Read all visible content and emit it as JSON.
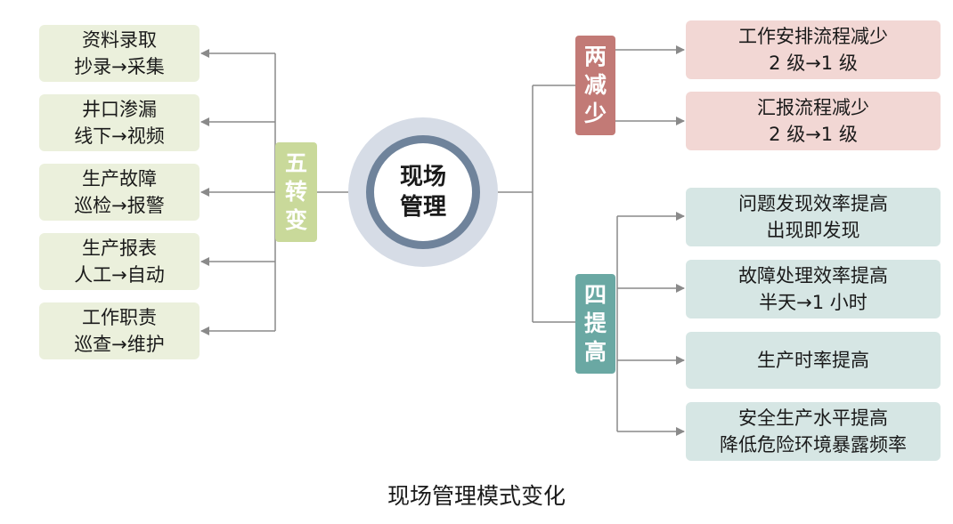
{
  "center": {
    "line1": "现场",
    "line2": "管理"
  },
  "left_group": {
    "tag": [
      "五",
      "转",
      "变"
    ],
    "items": [
      {
        "line1": "资料录取",
        "line2": "抄录→采集"
      },
      {
        "line1": "井口渗漏",
        "line2": "线下→视频"
      },
      {
        "line1": "生产故障",
        "line2": "巡检→报警"
      },
      {
        "line1": "生产报表",
        "line2": "人工→自动"
      },
      {
        "line1": "工作职责",
        "line2": "巡查→维护"
      }
    ]
  },
  "right_top_group": {
    "tag": [
      "两",
      "减",
      "少"
    ],
    "items": [
      {
        "line1": "工作安排流程减少",
        "line2": "2 级→1 级"
      },
      {
        "line1": "汇报流程减少",
        "line2": "2 级→1 级"
      }
    ]
  },
  "right_bottom_group": {
    "tag": [
      "四",
      "提",
      "高"
    ],
    "items": [
      {
        "line1": "问题发现效率提高",
        "line2": "出现即发现"
      },
      {
        "line1": "故障处理效率提高",
        "line2": "半天→1 小时"
      },
      {
        "line1": "生产时率提高",
        "line2": ""
      },
      {
        "line1": "安全生产水平提高",
        "line2": "降低危险环境暴露频率"
      }
    ]
  },
  "caption": "现场管理模式变化",
  "colors": {
    "connector": "#8a8a8a",
    "left_box": "#ebf0dc",
    "left_tag": "#c9d99a",
    "pink_box": "#f2d7d4",
    "pink_tag": "#c27a76",
    "teal_box": "#d6e6e4",
    "teal_tag": "#6aa8a3",
    "center_ring": "#6f839b",
    "center_halo": "#d6dce6"
  }
}
